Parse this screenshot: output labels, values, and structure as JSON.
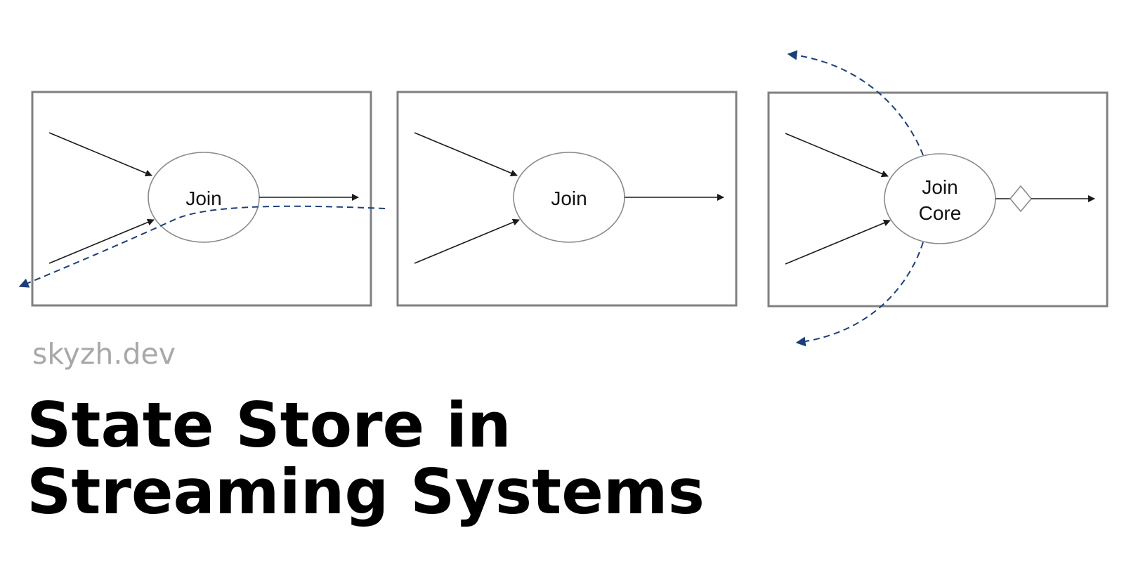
{
  "site": "skyzh.dev",
  "title_lines": [
    "State Store in",
    "Streaming Systems"
  ],
  "diagram": {
    "panels": [
      {
        "node_lines": [
          "Join"
        ],
        "has_diamond": false
      },
      {
        "node_lines": [
          "Join"
        ],
        "has_diamond": false
      },
      {
        "node_lines": [
          "Join",
          "Core"
        ],
        "has_diamond": true
      }
    ]
  },
  "colors": {
    "background": "#ffffff",
    "frame": "#808080",
    "dashed_arrow": "#1a3f7a",
    "site_text": "#a8a8a8",
    "title_text": "#000000"
  }
}
